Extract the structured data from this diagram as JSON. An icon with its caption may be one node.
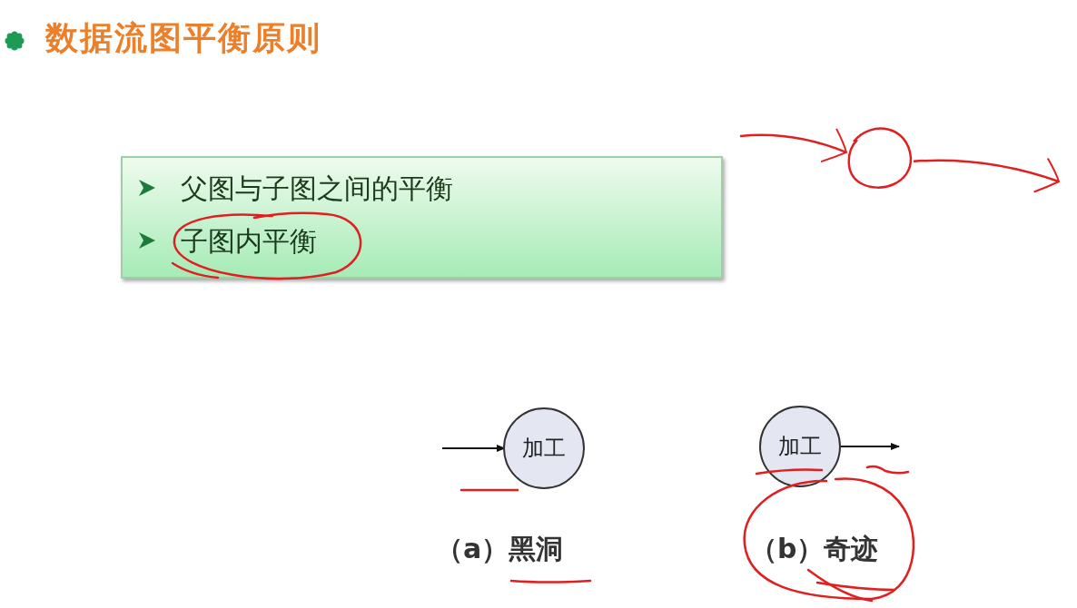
{
  "diagram": {
    "title": "数据流图平衡原则",
    "nodes": [
      {
        "text": [
          "父图与子图之间的平衡",
          "子图内平衡"
        ]
      },
      {
        "text": [
          "加工"
        ],
        "beside": [
          "（a）黑洞"
        ]
      },
      {
        "text": [
          "加工"
        ],
        "beside": [
          "（b）奇迹"
        ]
      },
      {
        "text": [],
        "shape": "circle"
      }
    ],
    "edges": [
      {
        "from": null,
        "to": 1,
        "arrow": "to"
      },
      {
        "from": 2,
        "to": null,
        "arrow": "to"
      },
      {
        "from": null,
        "to": 3,
        "arrow": "to",
        "color": "#e02020"
      },
      {
        "from": 3,
        "to": null,
        "arrow": "to",
        "color": "#e02020"
      }
    ]
  }
}
